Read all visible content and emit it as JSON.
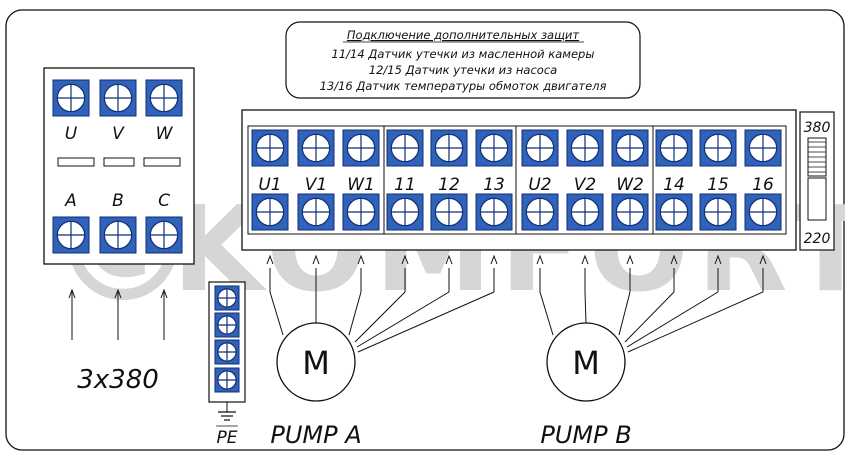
{
  "note": {
    "title": "Подключение дополнительных защит",
    "lines": [
      "11/14 Датчик утечки из масленной камеры",
      "12/15 Датчик утечки из насоса",
      "13/16 Датчик температуры обмоток двигателя"
    ]
  },
  "watermark": {
    "symbol": "©",
    "text": "KOMFORT"
  },
  "power_block": {
    "top_labels": [
      "U",
      "V",
      "W"
    ],
    "bottom_labels": [
      "A",
      "B",
      "C"
    ],
    "supply_label": "3x380"
  },
  "terminal_strip": {
    "groups": [
      [
        "U1",
        "V1",
        "W1"
      ],
      [
        "11",
        "12",
        "13"
      ],
      [
        "U2",
        "V2",
        "W2"
      ],
      [
        "14",
        "15",
        "16"
      ]
    ]
  },
  "voltage_selector": {
    "top_label": "380",
    "bottom_label": "220"
  },
  "ground": {
    "label": "PE"
  },
  "pumps": [
    {
      "motor_symbol": "M",
      "label": "PUMP A"
    },
    {
      "motor_symbol": "M",
      "label": "PUMP B"
    }
  ],
  "colors": {
    "terminal_fill": "#2f62b8",
    "terminal_stroke": "#0f2f78",
    "line": "#111111",
    "watermark": "#d6d6d6"
  }
}
